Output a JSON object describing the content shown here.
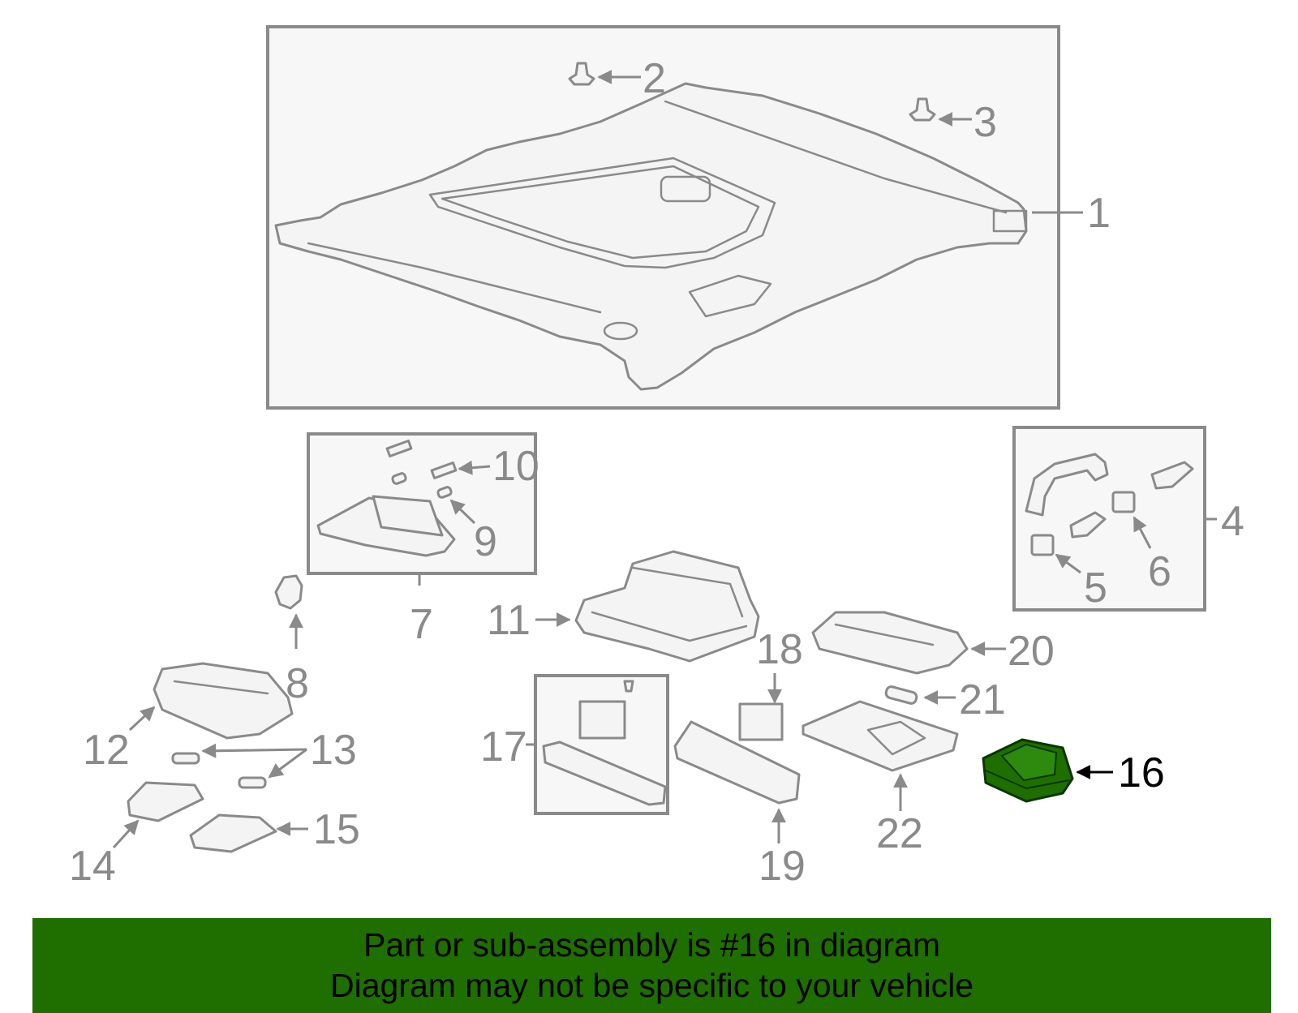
{
  "diagram": {
    "highlight_color": "#1e6e00",
    "callout_color": "#8a8a8a",
    "highlighted_part": "16",
    "callouts": [
      "1",
      "2",
      "3",
      "4",
      "5",
      "6",
      "7",
      "8",
      "9",
      "10",
      "11",
      "12",
      "13",
      "14",
      "15",
      "16",
      "17",
      "18",
      "19",
      "20",
      "21",
      "22"
    ]
  },
  "banner": {
    "line1": "Part or sub-assembly is #16 in diagram",
    "line2": "Diagram may not be specific to your vehicle",
    "background": "#1e6e00"
  }
}
